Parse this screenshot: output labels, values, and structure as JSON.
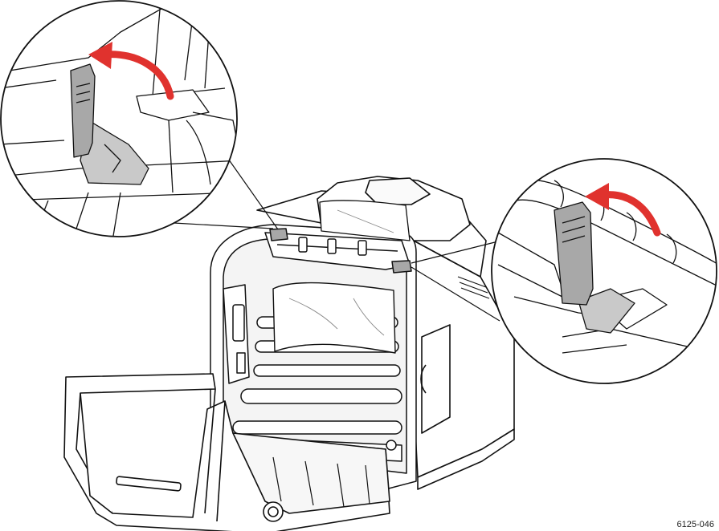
{
  "figure": {
    "id_label": "6125-046"
  },
  "callouts": [
    {
      "icon": "curved-arrow-icon",
      "item": "release-lever"
    },
    {
      "icon": "curved-arrow-icon",
      "item": "release-lever"
    }
  ],
  "colors": {
    "arrow": "#e0322e",
    "lever": "#a8a8a8",
    "lever_dark": "#8a8a8a",
    "line": "#111111",
    "paper_shadow": "#d0d0d0"
  }
}
